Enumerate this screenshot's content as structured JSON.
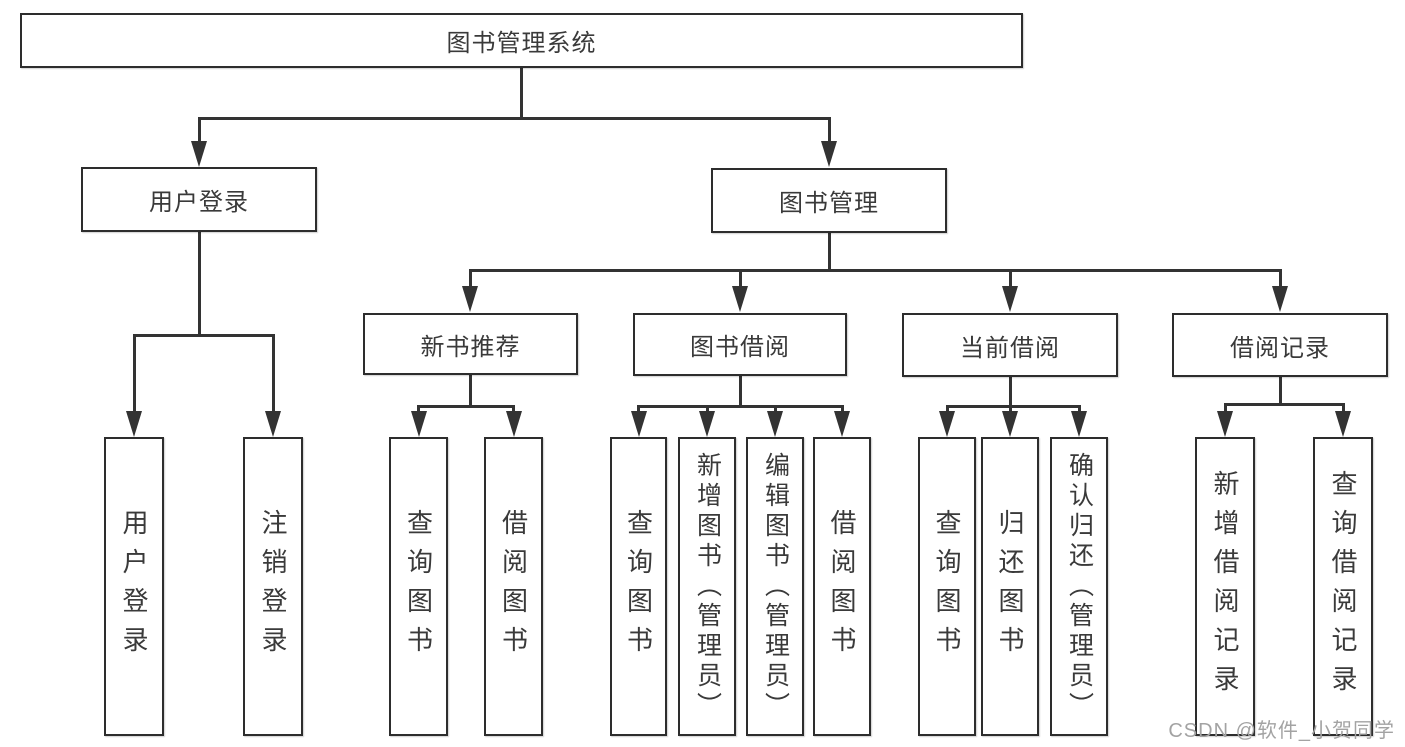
{
  "colors": {
    "line": "#333333",
    "box_border": "#2d2d2d",
    "text": "#3a3a3a",
    "watermark": "#a3a3a3",
    "background": "#ffffff"
  },
  "watermark": "CSDN @软件_小贺同学",
  "tree": {
    "root": {
      "label": "图书管理系统"
    },
    "login": {
      "label": "用户登录",
      "children": [
        {
          "label": "用户登录"
        },
        {
          "label": "注销登录"
        }
      ]
    },
    "mgmt": {
      "label": "图书管理"
    },
    "newbook": {
      "label": "新书推荐",
      "children": [
        {
          "label": "查询图书"
        },
        {
          "label": "借阅图书"
        }
      ]
    },
    "borrow": {
      "label": "图书借阅",
      "children": [
        {
          "label": "查询图书"
        },
        {
          "label": "新增图书（管理员）"
        },
        {
          "label": "编辑图书（管理员）"
        },
        {
          "label": "借阅图书"
        }
      ]
    },
    "current": {
      "label": "当前借阅",
      "children": [
        {
          "label": "查询图书"
        },
        {
          "label": "归还图书"
        },
        {
          "label": "确认归还（管理员）"
        }
      ]
    },
    "records": {
      "label": "借阅记录",
      "children": [
        {
          "label": "新增借阅记录"
        },
        {
          "label": "查询借阅记录"
        }
      ]
    }
  }
}
